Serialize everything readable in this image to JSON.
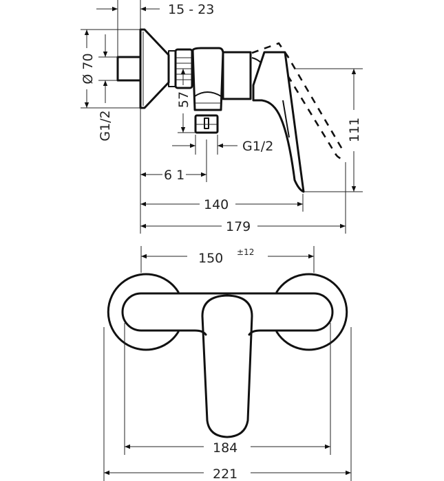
{
  "drawing": {
    "type": "technical dimension drawing",
    "subject": "single-lever shower mixer, exposed installation",
    "views": [
      "side-view",
      "front-view"
    ],
    "line_color": "#111111",
    "background": "#ffffff"
  },
  "side_view": {
    "dimensions": {
      "wall_offset": "15 - 23",
      "rosette_diameter": "Ø 70",
      "inlet_thread": "G1/2",
      "outlet_height": "57",
      "outlet_thread": "G1/2",
      "outlet_distance": "6 1",
      "lever_reach": "140",
      "total_depth": "179",
      "lever_height": "111"
    }
  },
  "front_view": {
    "dimensions": {
      "center_distance": "150",
      "center_tolerance": "±12",
      "body_width": "184",
      "total_width": "221"
    }
  }
}
